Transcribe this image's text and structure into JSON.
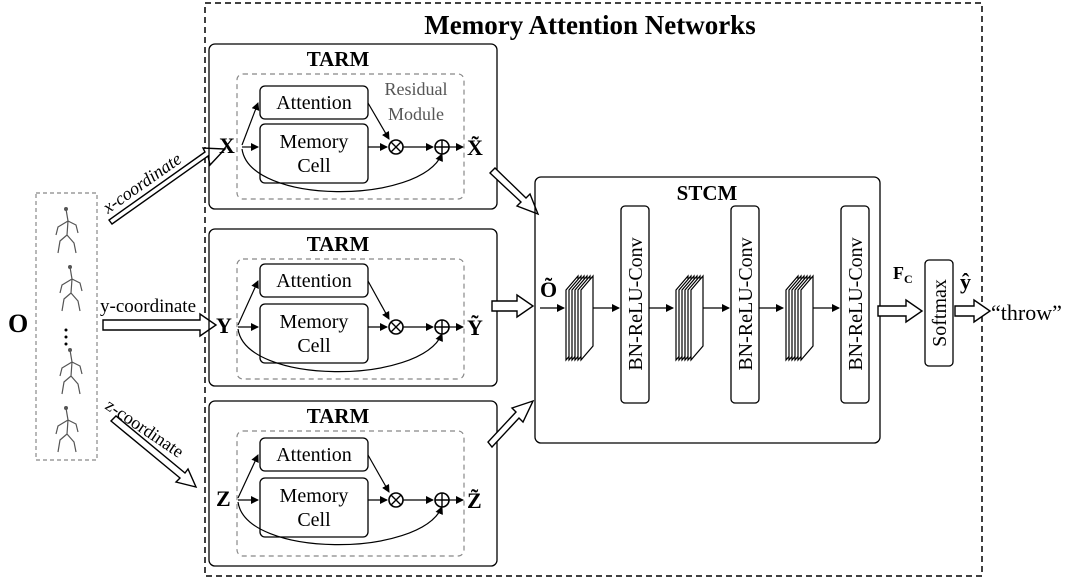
{
  "title": "Memory Attention Networks",
  "input": {
    "symbol": "O"
  },
  "coordinates": {
    "x": "x-coordinate",
    "y": "y-coordinate",
    "z": "z-coordinate"
  },
  "tarm": {
    "name": "TARM",
    "attention": "Attention",
    "memory_line1": "Memory",
    "memory_line2": "Cell",
    "residual_line1": "Residual",
    "residual_line2": "Module",
    "inputs": [
      "X",
      "Y",
      "Z"
    ],
    "outputs": [
      "X̃",
      "Ỹ",
      "Z̃"
    ]
  },
  "stcm": {
    "name": "STCM",
    "input": "Õ",
    "conv_label": "BN-ReLU-Conv"
  },
  "feature": {
    "symbol": "F",
    "subscript": "C"
  },
  "softmax": "Softmax",
  "prediction": {
    "symbol": "ŷ",
    "result": "“throw”"
  },
  "colors": {
    "line": "#000000",
    "dashed": "#888888",
    "residual_text": "#555555"
  }
}
